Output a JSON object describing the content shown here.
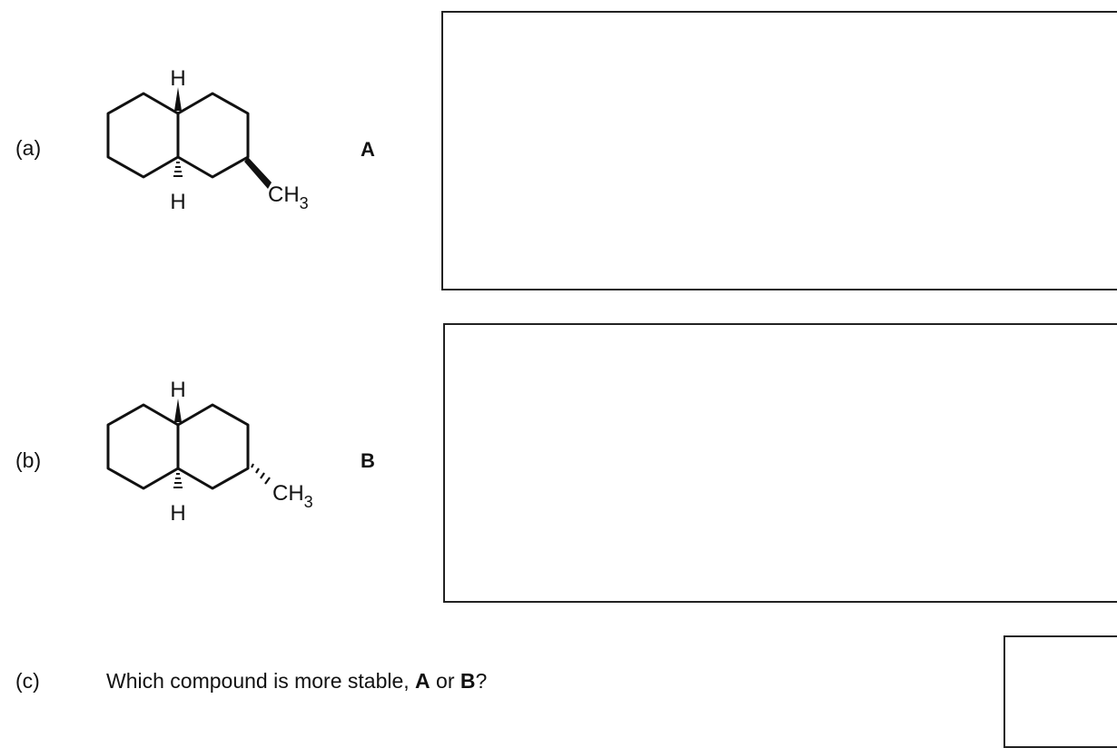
{
  "parts": [
    {
      "label": "(a)",
      "compound": "A",
      "h_top": "H",
      "h_bottom": "H",
      "ch": "CH",
      "sub": "3"
    },
    {
      "label": "(b)",
      "compound": "B",
      "h_top": "H",
      "h_bottom": "H",
      "ch": "CH",
      "sub": "3"
    }
  ],
  "question": {
    "label": "(c)",
    "text_before": "Which compound is more stable, ",
    "option_a": "A",
    "middle": " or ",
    "option_b": "B",
    "text_after": "?"
  }
}
